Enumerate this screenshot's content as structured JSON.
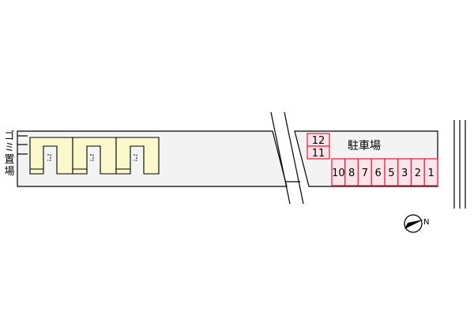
{
  "garbage_area": {
    "chars": [
      "ゴ",
      "ミ",
      "置",
      "場"
    ]
  },
  "parking": {
    "label": "駐車場",
    "bottom_row": [
      "10",
      "8",
      "7",
      "6",
      "5",
      "3",
      "2",
      "1"
    ],
    "left_column": [
      "12",
      "11"
    ],
    "space_color": "#e8193c",
    "space_fill": "#fbe4ea"
  },
  "buildings": {
    "count": 3,
    "fill": "#fbf8cc"
  },
  "site": {
    "fill": "#f3f3f3"
  },
  "compass": {
    "north_label": "N"
  }
}
